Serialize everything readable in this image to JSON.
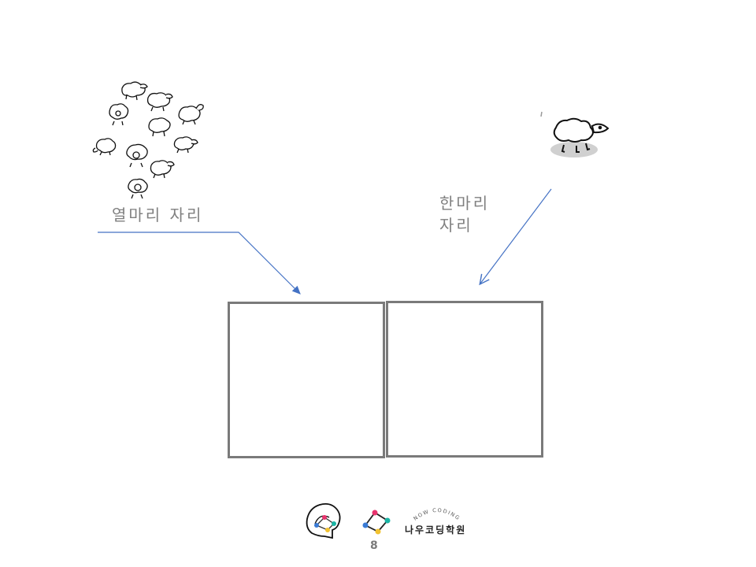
{
  "slide": {
    "label_ten": "열마리 자리",
    "label_one_line1": "한마리",
    "label_one_line2": "자리",
    "page_number": "8"
  },
  "logo": {
    "korean_name": "나우코딩학원",
    "english_name": "NOW CODING"
  },
  "colors": {
    "arrow": "#4472c4",
    "box_border": "#7a7a7a",
    "label_text": "#7f7f7f"
  }
}
